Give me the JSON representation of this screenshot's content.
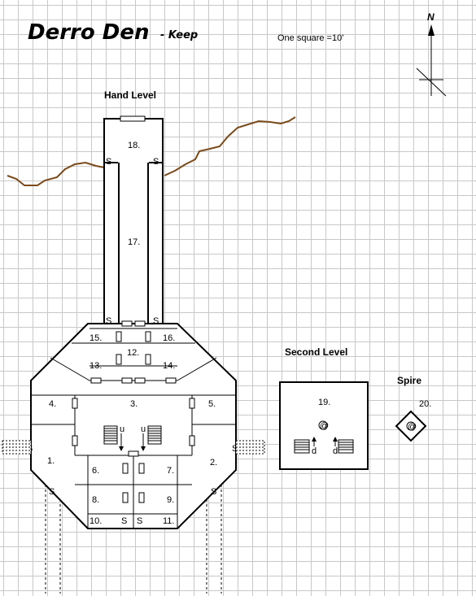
{
  "title": {
    "main": "Derro Den",
    "sub": "- Keep"
  },
  "scale": "One square =10'",
  "compass": {
    "letter": "N"
  },
  "levels": {
    "hand": "Hand Level",
    "second": "Second Level",
    "spire": "Spire"
  },
  "rooms": {
    "r1": "1.",
    "r2": "2.",
    "r3": "3.",
    "r4": "4.",
    "r5": "5.",
    "r6": "6.",
    "r7": "7.",
    "r8": "8.",
    "r9": "9.",
    "r10": "10.",
    "r11": "11.",
    "r12": "12.",
    "r13": "13.",
    "r14": "14.",
    "r15": "15.",
    "r16": "16.",
    "r17": "17.",
    "r18": "18.",
    "r19": "19.",
    "r20": "20."
  },
  "stairs": {
    "up": "u",
    "down": "d"
  },
  "symbols": {
    "secret_door": "S",
    "pillar": "@"
  }
}
